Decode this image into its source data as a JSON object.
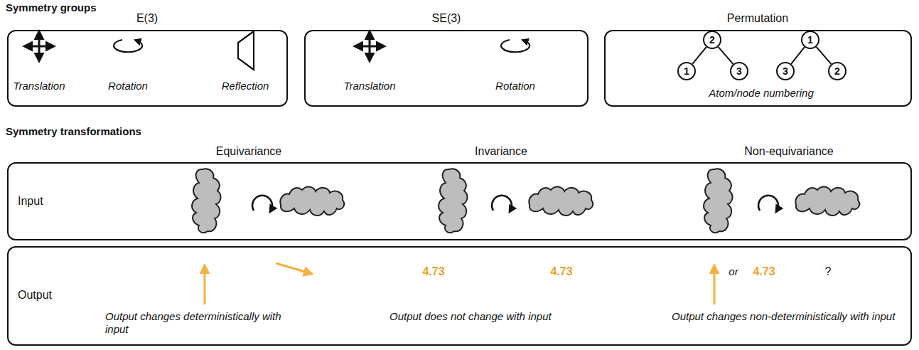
{
  "diagram": {
    "nodes": [
      {
        "text": [
          "E(3)",
          "Translation",
          "Rotation",
          "Reflection"
        ]
      },
      {
        "text": [
          "SE(3)",
          "Translation",
          "Rotation"
        ]
      },
      {
        "text": [
          "Permutation",
          "Atom/node numbering"
        ]
      },
      {
        "text": [
          "1"
        ],
        "in": 2
      },
      {
        "text": [
          "2"
        ],
        "in": 2
      },
      {
        "text": [
          "3"
        ],
        "in": 2
      },
      {
        "text": [
          "3"
        ],
        "in": 2
      },
      {
        "text": [
          "1"
        ],
        "in": 2
      },
      {
        "text": [
          "2"
        ],
        "in": 2
      },
      {
        "text": [
          "Input"
        ]
      },
      {
        "text": [
          "Output",
          "Output changes deterministically with input",
          "4.73",
          "4.73",
          "Output does not change with input",
          "or",
          "4.73",
          "?",
          "Output changes non-deterministically with input"
        ]
      }
    ],
    "edges": [
      {
        "from": 4,
        "to": 3,
        "arrow": "none"
      },
      {
        "from": 4,
        "to": 5,
        "arrow": "none"
      },
      {
        "from": 7,
        "to": 6,
        "arrow": "none"
      },
      {
        "from": 7,
        "to": 8,
        "arrow": "none"
      }
    ],
    "labels": [
      "Symmetry groups",
      "Symmetry transformations",
      "Equivariance",
      "Invariance",
      "Non-equivariance"
    ]
  }
}
